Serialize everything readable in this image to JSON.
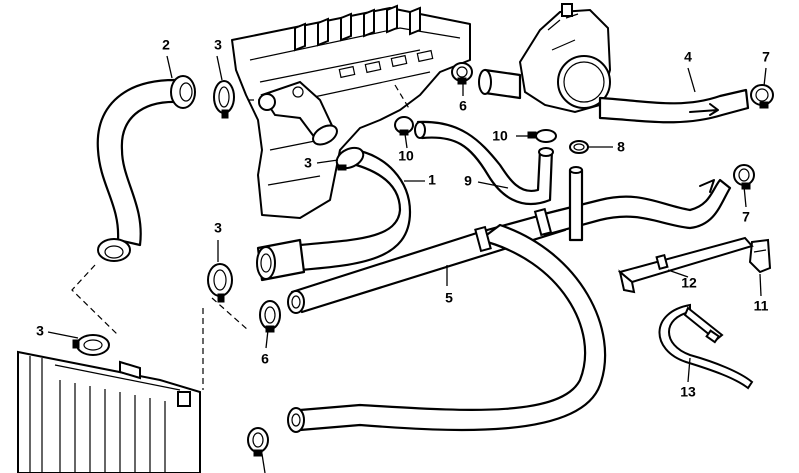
{
  "callouts": {
    "c1": "1",
    "c2": "2",
    "c3a": "3",
    "c3b": "3",
    "c3c": "3",
    "c3d": "3",
    "c4": "4",
    "c5": "5",
    "c6a": "6",
    "c6b": "6",
    "c7a": "7",
    "c7b": "7",
    "c8": "8",
    "c9": "9",
    "c10a": "10",
    "c10b": "10",
    "c11": "11",
    "c12": "12",
    "c13": "13"
  }
}
